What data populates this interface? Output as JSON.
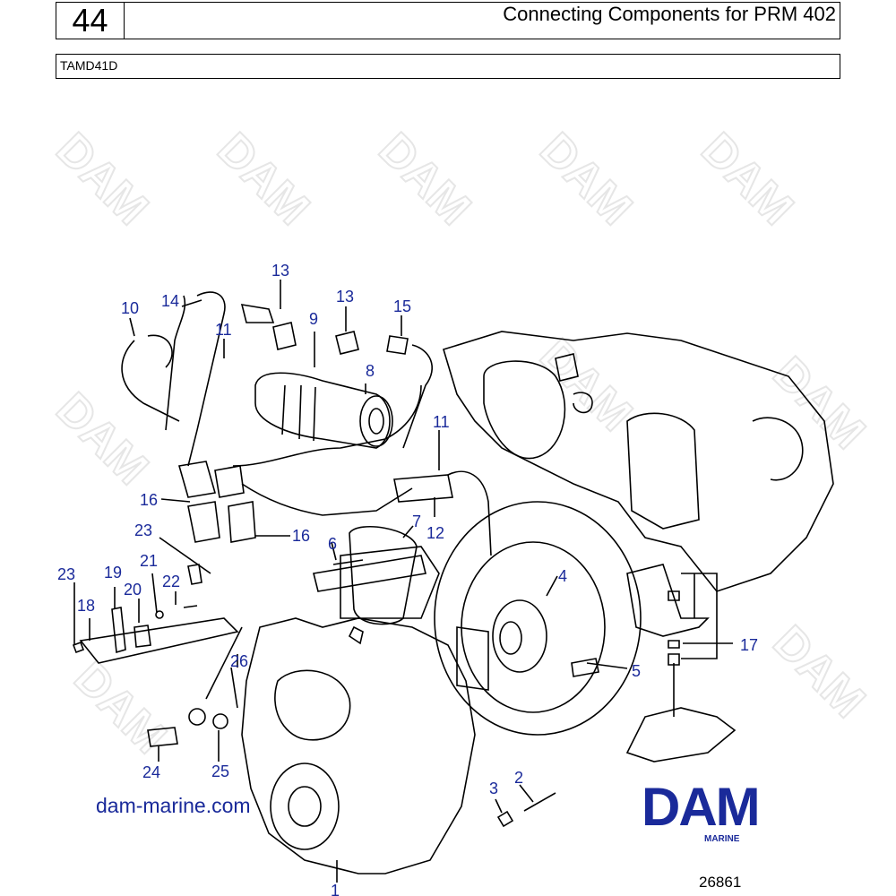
{
  "header": {
    "page_number": "44",
    "title": "Connecting Components for PRM 402",
    "model": "TAMD41D"
  },
  "watermark": "DAM",
  "callouts": [
    "1",
    "2",
    "3",
    "4",
    "5",
    "6",
    "7",
    "8",
    "9",
    "10",
    "11",
    "11",
    "12",
    "13",
    "13",
    "14",
    "15",
    "16",
    "16",
    "17",
    "18",
    "19",
    "20",
    "21",
    "22",
    "23",
    "23",
    "24",
    "25",
    "26"
  ],
  "website": "dam-marine.com",
  "logo": {
    "text": "DAM",
    "sub": "MARINE",
    "color": "#1a2a9a"
  },
  "reference_number": "26861",
  "colors": {
    "callout": "#1a2a9a",
    "line": "#000000",
    "watermark": "#e6e6e6"
  }
}
